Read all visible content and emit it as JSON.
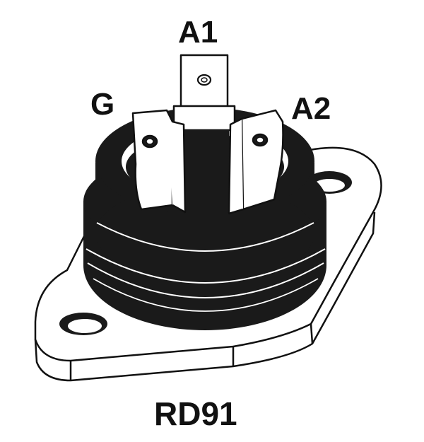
{
  "pins": {
    "a1": "A1",
    "g": "G",
    "a2": "A2"
  },
  "package": {
    "name": "RD91"
  },
  "colors": {
    "body": "#1a1a1a",
    "outline": "#111111",
    "metal": "#ffffff"
  }
}
